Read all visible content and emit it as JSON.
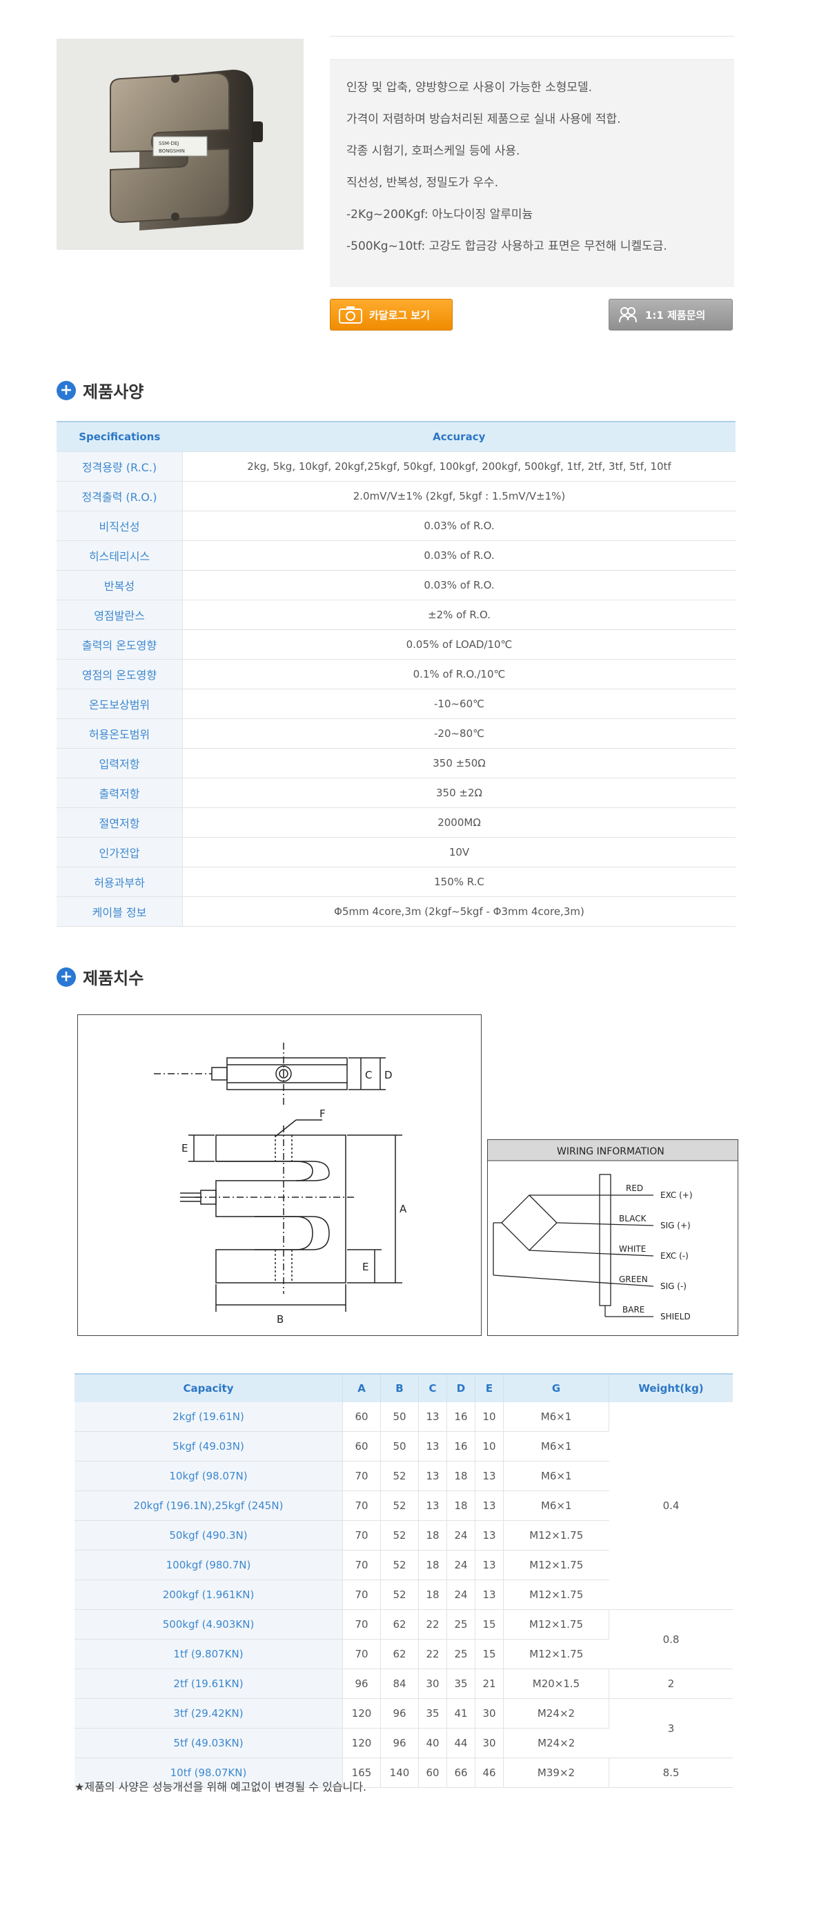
{
  "product": {
    "image_alt": "S-type load cell",
    "label_lines": [
      "SSM-DEJ",
      "BONGSHIN"
    ]
  },
  "description": [
    "인장 및 압축, 양방향으로 사용이 가능한 소형모델.",
    "가격이 저렴하며 방습처리된 제품으로 실내 사용에 적합.",
    "각종 시험기, 호퍼스케일 등에 사용.",
    "직선성, 반복성, 정밀도가 우수.",
    "-2Kg~200Kgf: 아노다이징 알루미늄",
    "-500Kg~10tf: 고강도 합금강 사용하고 표면은 무전해 니켈도금."
  ],
  "buttons": {
    "catalog": "카달로그 보기",
    "inquiry": "1:1 제품문의"
  },
  "sections": {
    "specs": "제품사양",
    "dimensions": "제품치수"
  },
  "spec_table": {
    "headers": [
      "Specifications",
      "Accuracy"
    ],
    "rows": [
      [
        "정격용량 (R.C.)",
        "2kg, 5kg, 10kgf, 20kgf,25kgf, 50kgf, 100kgf, 200kgf, 500kgf, 1tf, 2tf, 3tf, 5tf, 10tf"
      ],
      [
        "정격출력 (R.O.)",
        "2.0mV/V±1% (2kgf, 5kgf : 1.5mV/V±1%)"
      ],
      [
        "비직선성",
        "0.03% of R.O."
      ],
      [
        "히스테리시스",
        "0.03% of R.O."
      ],
      [
        "반복성",
        "0.03% of R.O."
      ],
      [
        "영점발란스",
        "±2% of R.O."
      ],
      [
        "출력의 온도영향",
        "0.05% of LOAD/10℃"
      ],
      [
        "영점의 온도영향",
        "0.1% of R.O./10℃"
      ],
      [
        "온도보상범위",
        "-10~60℃"
      ],
      [
        "허용온도범위",
        "-20~80℃"
      ],
      [
        "입력저항",
        "350 ±50Ω"
      ],
      [
        "출력저항",
        "350 ±2Ω"
      ],
      [
        "절연저항",
        "2000MΩ"
      ],
      [
        "인가전압",
        "10V"
      ],
      [
        "허용과부하",
        "150% R.C"
      ],
      [
        "케이블 정보",
        "Φ5mm 4core,3m (2kgf~5kgf - Φ3mm 4core,3m)"
      ]
    ]
  },
  "drawing": {
    "labels": {
      "a": "A",
      "b": "B",
      "c": "C",
      "d": "D",
      "e": "E",
      "f": "F"
    }
  },
  "wiring": {
    "title": "WIRING INFORMATION",
    "wires": [
      {
        "color": "RED",
        "signal": "EXC (+)"
      },
      {
        "color": "BLACK",
        "signal": "SIG (+)"
      },
      {
        "color": "WHITE",
        "signal": "EXC (-)"
      },
      {
        "color": "GREEN",
        "signal": "SIG (-)"
      },
      {
        "color": "BARE",
        "signal": "SHIELD"
      }
    ]
  },
  "capacity_table": {
    "headers": [
      "Capacity",
      "A",
      "B",
      "C",
      "D",
      "E",
      "G",
      "Weight(kg)"
    ],
    "rows": [
      [
        "2kgf (19.61N)",
        "60",
        "50",
        "13",
        "16",
        "10",
        "M6×1"
      ],
      [
        "5kgf (49.03N)",
        "60",
        "50",
        "13",
        "16",
        "10",
        "M6×1"
      ],
      [
        "10kgf (98.07N)",
        "70",
        "52",
        "13",
        "18",
        "13",
        "M6×1"
      ],
      [
        "20kgf (196.1N),25kgf (245N)",
        "70",
        "52",
        "13",
        "18",
        "13",
        "M6×1"
      ],
      [
        "50kgf (490.3N)",
        "70",
        "52",
        "18",
        "24",
        "13",
        "M12×1.75"
      ],
      [
        "100kgf (980.7N)",
        "70",
        "52",
        "18",
        "24",
        "13",
        "M12×1.75"
      ],
      [
        "200kgf (1.961KN)",
        "70",
        "52",
        "18",
        "24",
        "13",
        "M12×1.75"
      ],
      [
        "500kgf (4.903KN)",
        "70",
        "62",
        "22",
        "25",
        "15",
        "M12×1.75"
      ],
      [
        "1tf (9.807KN)",
        "70",
        "62",
        "22",
        "25",
        "15",
        "M12×1.75"
      ],
      [
        "2tf (19.61KN)",
        "96",
        "84",
        "30",
        "35",
        "21",
        "M20×1.5"
      ],
      [
        "3tf (29.42KN)",
        "120",
        "96",
        "35",
        "41",
        "30",
        "M24×2"
      ],
      [
        "5tf (49.03KN)",
        "120",
        "96",
        "40",
        "44",
        "30",
        "M24×2"
      ],
      [
        "10tf (98.07KN)",
        "165",
        "140",
        "60",
        "66",
        "46",
        "M39×2"
      ]
    ],
    "weights": [
      {
        "value": "0.4",
        "span": 7
      },
      {
        "value": "0.8",
        "span": 2
      },
      {
        "value": "2",
        "span": 1
      },
      {
        "value": "3",
        "span": 2
      },
      {
        "value": "8.5",
        "span": 1
      }
    ]
  },
  "footnote": "★제품의 사양은 성능개선을 위해 예고없이 변경될 수 있습니다.",
  "colors": {
    "accent_blue": "#2c77c6",
    "catalog_orange": "#f39a16",
    "header_bg": "#ddedf7"
  }
}
